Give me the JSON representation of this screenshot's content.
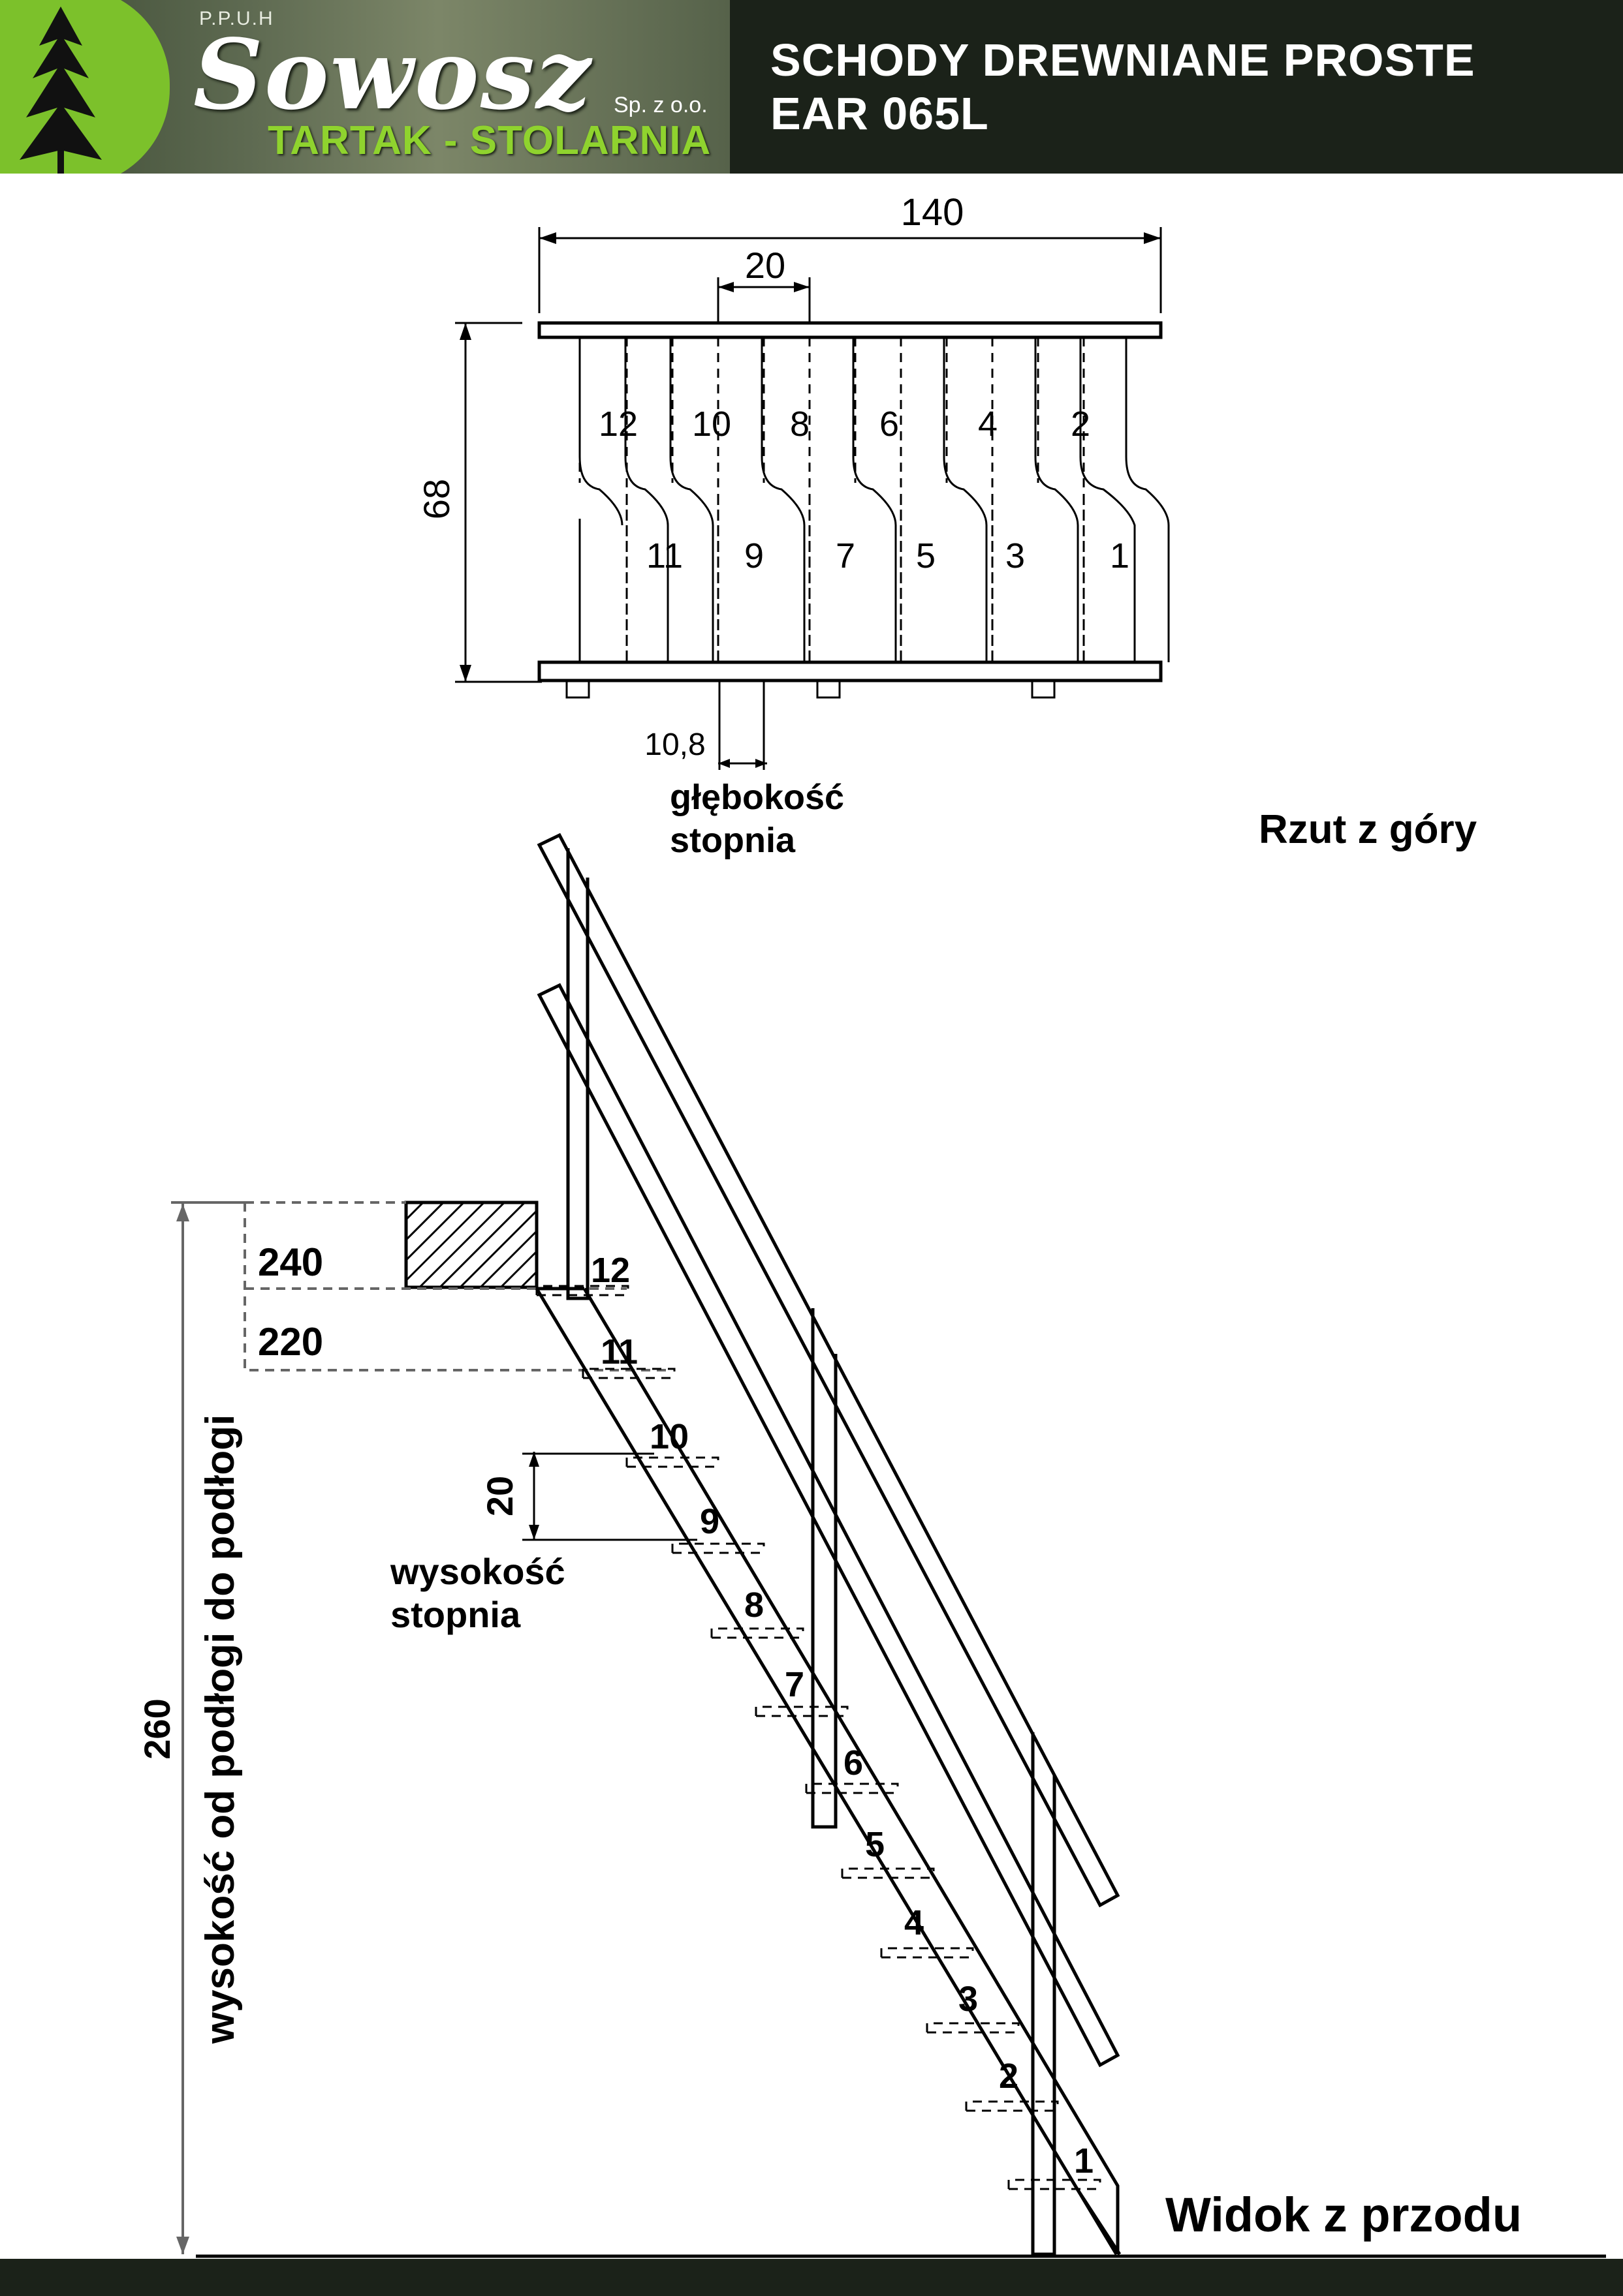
{
  "header": {
    "company_prefix": "P.P.U.H",
    "brand": "Sowosz",
    "legal_form": "Sp. z o.o.",
    "tagline": "TARTAK - STOLARNIA",
    "title_line1": "SCHODY DREWNIANE PROSTE",
    "title_line2": "EAR 065L"
  },
  "top_view": {
    "caption": "Rzut z góry",
    "width": "140",
    "length": "68",
    "tread_width": "20",
    "tread_depth_value": "10,8",
    "tread_depth_label_1": "głębokość",
    "tread_depth_label_2": "stopnia",
    "step_numbers": [
      "1",
      "2",
      "3",
      "4",
      "5",
      "6",
      "7",
      "8",
      "9",
      "10",
      "11",
      "12"
    ]
  },
  "front_view": {
    "caption": "Widok z przodu",
    "total_height": "260",
    "height_label": "wysokość od podłogi do podłogi",
    "level_upper": "240",
    "level_lower": "220",
    "step_height_value": "20",
    "step_height_label_1": "wysokość",
    "step_height_label_2": "stopnia",
    "step_numbers": [
      "1",
      "2",
      "3",
      "4",
      "5",
      "6",
      "7",
      "8",
      "9",
      "10",
      "11",
      "12"
    ]
  },
  "colors": {
    "header_bg": "#1b2219",
    "brand_green": "#7cc12b",
    "tagline_green": "#8fd32e"
  }
}
